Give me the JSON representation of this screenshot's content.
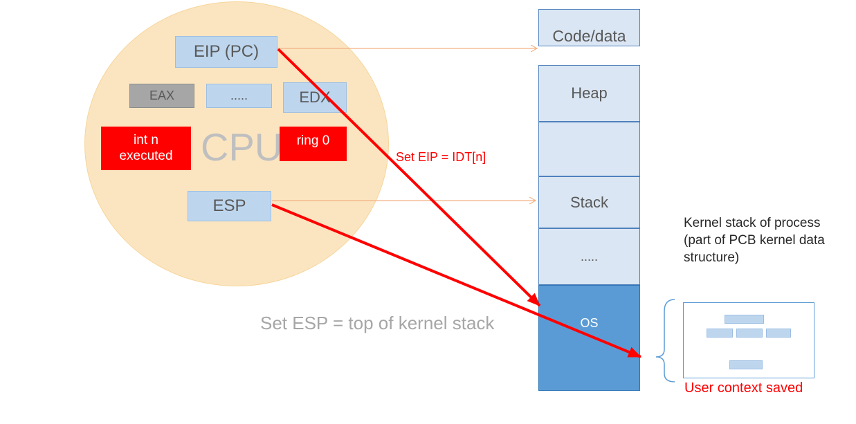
{
  "cpu": {
    "label": "CPU",
    "eip": "EIP (PC)",
    "eax": "EAX",
    "dots": ".....",
    "edx": "EDX",
    "esp": "ESP",
    "intn_line1": "int n",
    "intn_line2": "executed",
    "ring": "ring 0"
  },
  "memory": {
    "code_data": "Code/data",
    "heap": "Heap",
    "empty": "",
    "stack": "Stack",
    "dots": ".....",
    "os": "OS"
  },
  "annotations": {
    "set_eip": "Set EIP = IDT[n]",
    "set_esp": "Set ESP = top of kernel stack",
    "kernel_stack_line1": "Kernel stack of  process",
    "kernel_stack_line2": "(part of  PCB kernel data",
    "kernel_stack_line3": "structure)",
    "user_context": "User context saved"
  },
  "colors": {
    "cpu_fill": "#fbe5c0",
    "register_fill": "#bdd6ee",
    "highlight_red": "#ff0000",
    "memory_fill": "#dae6f3",
    "os_fill": "#5b9bd5",
    "thin_arrow": "#f4b183"
  }
}
